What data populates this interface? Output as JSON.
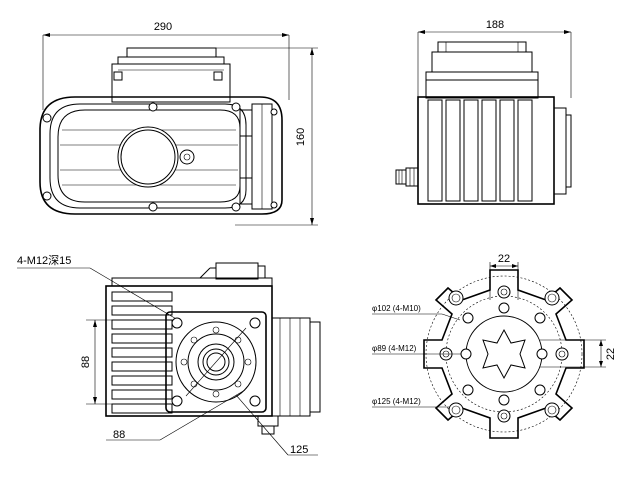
{
  "drawing": {
    "front_view": {
      "width_dim": "290",
      "height_dim": "160"
    },
    "side_view": {
      "width_dim": "188"
    },
    "bottom_view": {
      "thread_callout": "4-M12深15",
      "vertical_dim": "88",
      "horizontal_dim": "88",
      "offset_dim": "125"
    },
    "flange_view": {
      "top_dim": "22",
      "right_dim": "22",
      "pcd_102": "φ102 (4-M10)",
      "pcd_89": "φ89 (4-M12)",
      "pcd_125": "φ125 (4-M12)"
    }
  }
}
